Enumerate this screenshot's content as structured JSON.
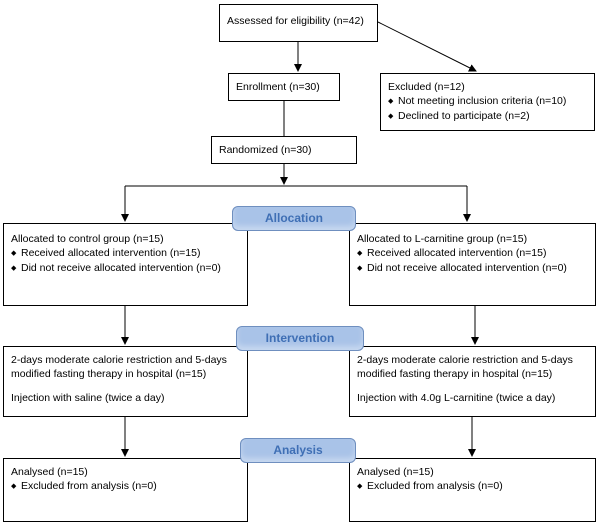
{
  "assessed": "Assessed for eligibility (n=42)",
  "enrollment": "Enrollment  (n=30)",
  "excluded": {
    "title": "Excluded (n=12)",
    "items": [
      "Not meeting inclusion criteria (n=10)",
      "Declined to participate (n=2)"
    ]
  },
  "randomized": "Randomized (n=30)",
  "stages": {
    "allocation": "Allocation",
    "intervention": "Intervention",
    "analysis": "Analysis"
  },
  "allocation": {
    "left": {
      "title": "Allocated to control group (n=15)",
      "items": [
        "Received allocated intervention (n=15)",
        "Did not receive allocated intervention (n=0)"
      ]
    },
    "right": {
      "title": "Allocated to L-carnitine group (n=15)",
      "items": [
        "Received allocated intervention (n=15)",
        "Did not receive allocated intervention (n=0)"
      ]
    }
  },
  "intervention": {
    "left": {
      "line1": "2-days moderate calorie restriction and 5-days",
      "line2": "modified fasting therapy  in hospital (n=15)",
      "line3": "Injection with saline (twice a day)"
    },
    "right": {
      "line1": "2-days moderate calorie restriction and 5-days",
      "line2": "modified fasting therapy in hospital (n=15)",
      "line3": "Injection with 4.0g L-carnitine (twice a day)"
    }
  },
  "analysis": {
    "left": {
      "title": "Analysed  (n=15)",
      "item": "Excluded from analysis (n=0)"
    },
    "right": {
      "title": "Analysed  (n=15)",
      "item": "Excluded from analysis (n=0)"
    }
  },
  "bullet_glyph": "◆"
}
